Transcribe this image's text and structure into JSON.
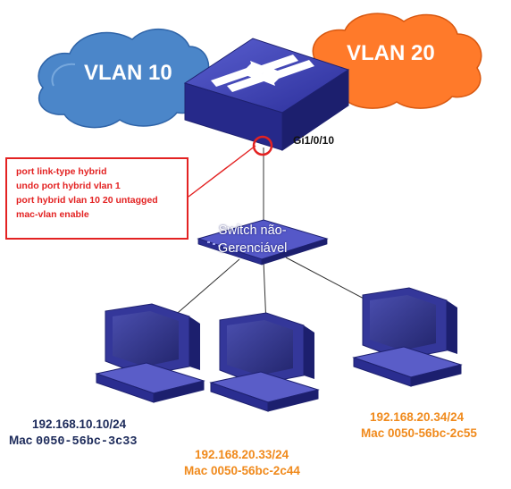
{
  "clouds": {
    "vlan10": {
      "label": "VLAN 10",
      "color": "#4b86c9"
    },
    "vlan20": {
      "label": "VLAN 20",
      "color": "#ff7a2a"
    }
  },
  "core_switch": {
    "port_label": "Gi1/0/10"
  },
  "config_box": {
    "lines": [
      "port link-type hybrid",
      "undo port hybrid vlan 1",
      "port hybrid vlan 10 20 untagged",
      "mac-vlan enable"
    ],
    "color": "#e32222"
  },
  "unmanaged_switch": {
    "label_line1": "Switch não-",
    "label_line2": "Gerenciável"
  },
  "hosts": [
    {
      "ip": "192.168.10.10/24",
      "mac_prefix": "Mac ",
      "mac": "0050-56bc-3c33",
      "color": "#1c2a5a"
    },
    {
      "ip": "192.168.20.33/24",
      "mac_prefix": "Mac ",
      "mac": "0050-56bc-2c44",
      "color": "#f08a1c"
    },
    {
      "ip": "192.168.20.34/24",
      "mac_prefix": "Mac ",
      "mac": "0050-56bc-2c55",
      "color": "#f08a1c"
    }
  ]
}
